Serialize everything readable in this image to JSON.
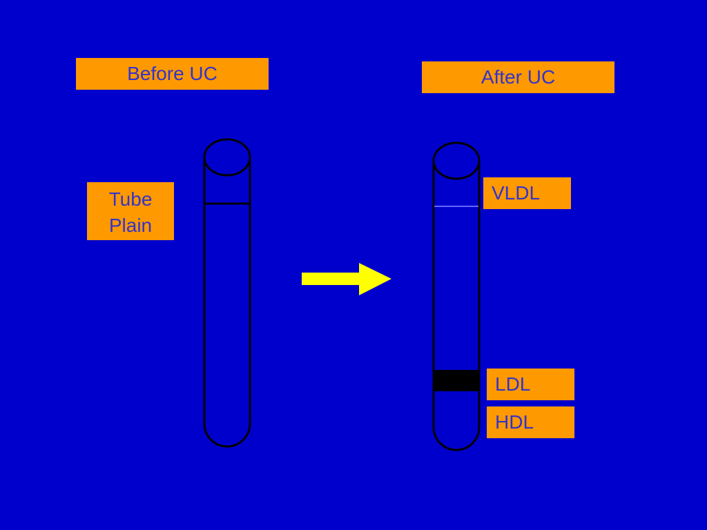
{
  "before": {
    "title": "Before UC"
  },
  "after": {
    "title": "After UC"
  },
  "tube": {
    "line1": "Tube",
    "line2": "Plain"
  },
  "bands": {
    "vldl": "VLDL",
    "ldl": "LDL",
    "hdl": "HDL"
  },
  "colors": {
    "background": "#0000cc",
    "label_fill": "#ff9900",
    "label_text": "#3333cc",
    "arrow": "#ffff00",
    "tube_outline": "#000000",
    "ldl_band": "#000000",
    "vldl_line": "#6666ff"
  }
}
